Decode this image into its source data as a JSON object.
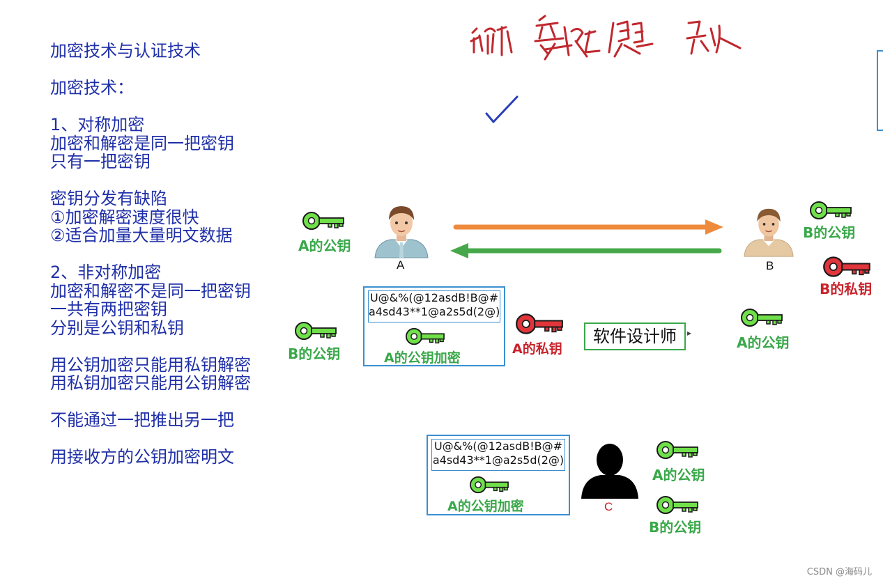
{
  "notes": {
    "title": "加密技术与认证技术",
    "encryption_heading": "加密技术：",
    "symmetric": {
      "heading": "1、对称加密",
      "line1": "加密和解密是同一把密钥",
      "line2": "只有一把密钥",
      "flaw_heading": "密钥分发有缺陷",
      "pro1": "①加密解密速度很快",
      "pro2": "②适合加量大量明文数据"
    },
    "asymmetric": {
      "heading": "2、非对称加密",
      "line1": "加密和解密不是同一把密钥",
      "line2": "一共有两把密钥",
      "line3": "分别是公钥和私钥",
      "rule1": "用公钥加密只能用私钥解密",
      "rule2": "用私钥加密只能用公钥解密",
      "rule3": "不能通过一把推出另一把",
      "rule4": "用接收方的公钥加密明文"
    }
  },
  "people": {
    "a": "A",
    "b": "B",
    "c": "C"
  },
  "keys": {
    "a_public_near_a": "A的公钥",
    "b_public_near_b": "B的公钥",
    "b_private": "B的私钥",
    "b_public_left": "B的公钥",
    "a_private": "A的私钥",
    "a_public_mid": "A的公钥",
    "a_public_c": "A的公钥",
    "b_public_c": "B的公钥"
  },
  "cipher1": {
    "line1": "U@&%(@12asdB!B@#",
    "line2": "a4sd43**1@a2s5d(2@)",
    "label": "A的公钥加密"
  },
  "cipher2": {
    "line1": "U@&%(@12asdB!B@#",
    "line2": "a4sd43**1@a2s5d(2@)",
    "label": "A的公钥加密"
  },
  "plaintext": "软件设计师",
  "watermark": "CSDN @海码儿",
  "colors": {
    "notes": "#1f2fa8",
    "green_key": "#6fe04a",
    "red_key": "#e0353b",
    "arrow_orange": "#ee8a3c",
    "arrow_green": "#46a84a",
    "frame_blue": "#3b8fd0",
    "handwriting": "#c0282e",
    "check": "#2a3fb8"
  }
}
